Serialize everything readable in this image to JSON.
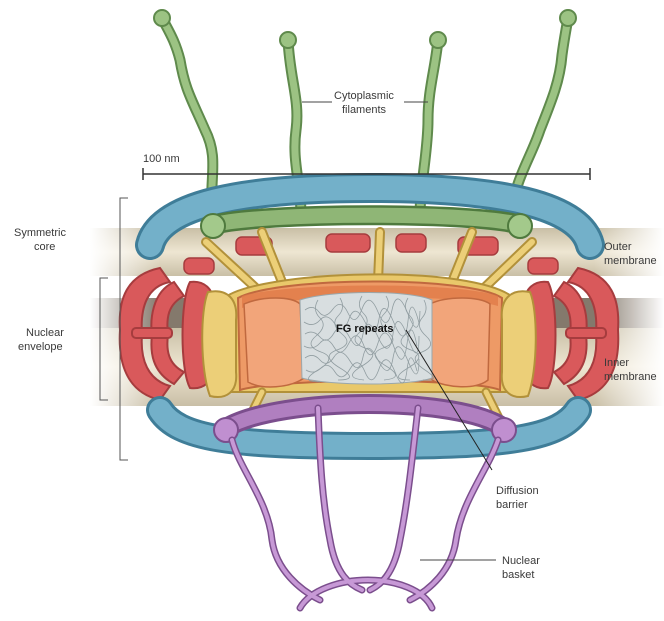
{
  "labels": {
    "cytoplasmic_filaments": [
      "Cytoplasmic",
      "filaments"
    ],
    "scale_bar": "100 nm",
    "symmetric_core": [
      "Symmetric",
      "core"
    ],
    "nuclear_envelope": [
      "Nuclear",
      "envelope"
    ],
    "outer_membrane": [
      "Outer",
      "membrane"
    ],
    "inner_membrane": [
      "Inner",
      "membrane"
    ],
    "fg_repeats": "FG repeats",
    "diffusion_barrier": [
      "Diffusion",
      "barrier"
    ],
    "nuclear_basket": [
      "Nuclear",
      "basket"
    ]
  },
  "colors": {
    "filament_green": "#8fb676",
    "ring_blue": "#6fa9c3",
    "scaffold_red": "#d9595b",
    "yellow": "#e9c86a",
    "orange": "#ee9a66",
    "inner_orange": "#e47a52",
    "basket_purple": "#b07fc0",
    "membrane": "#d9cbb0"
  }
}
